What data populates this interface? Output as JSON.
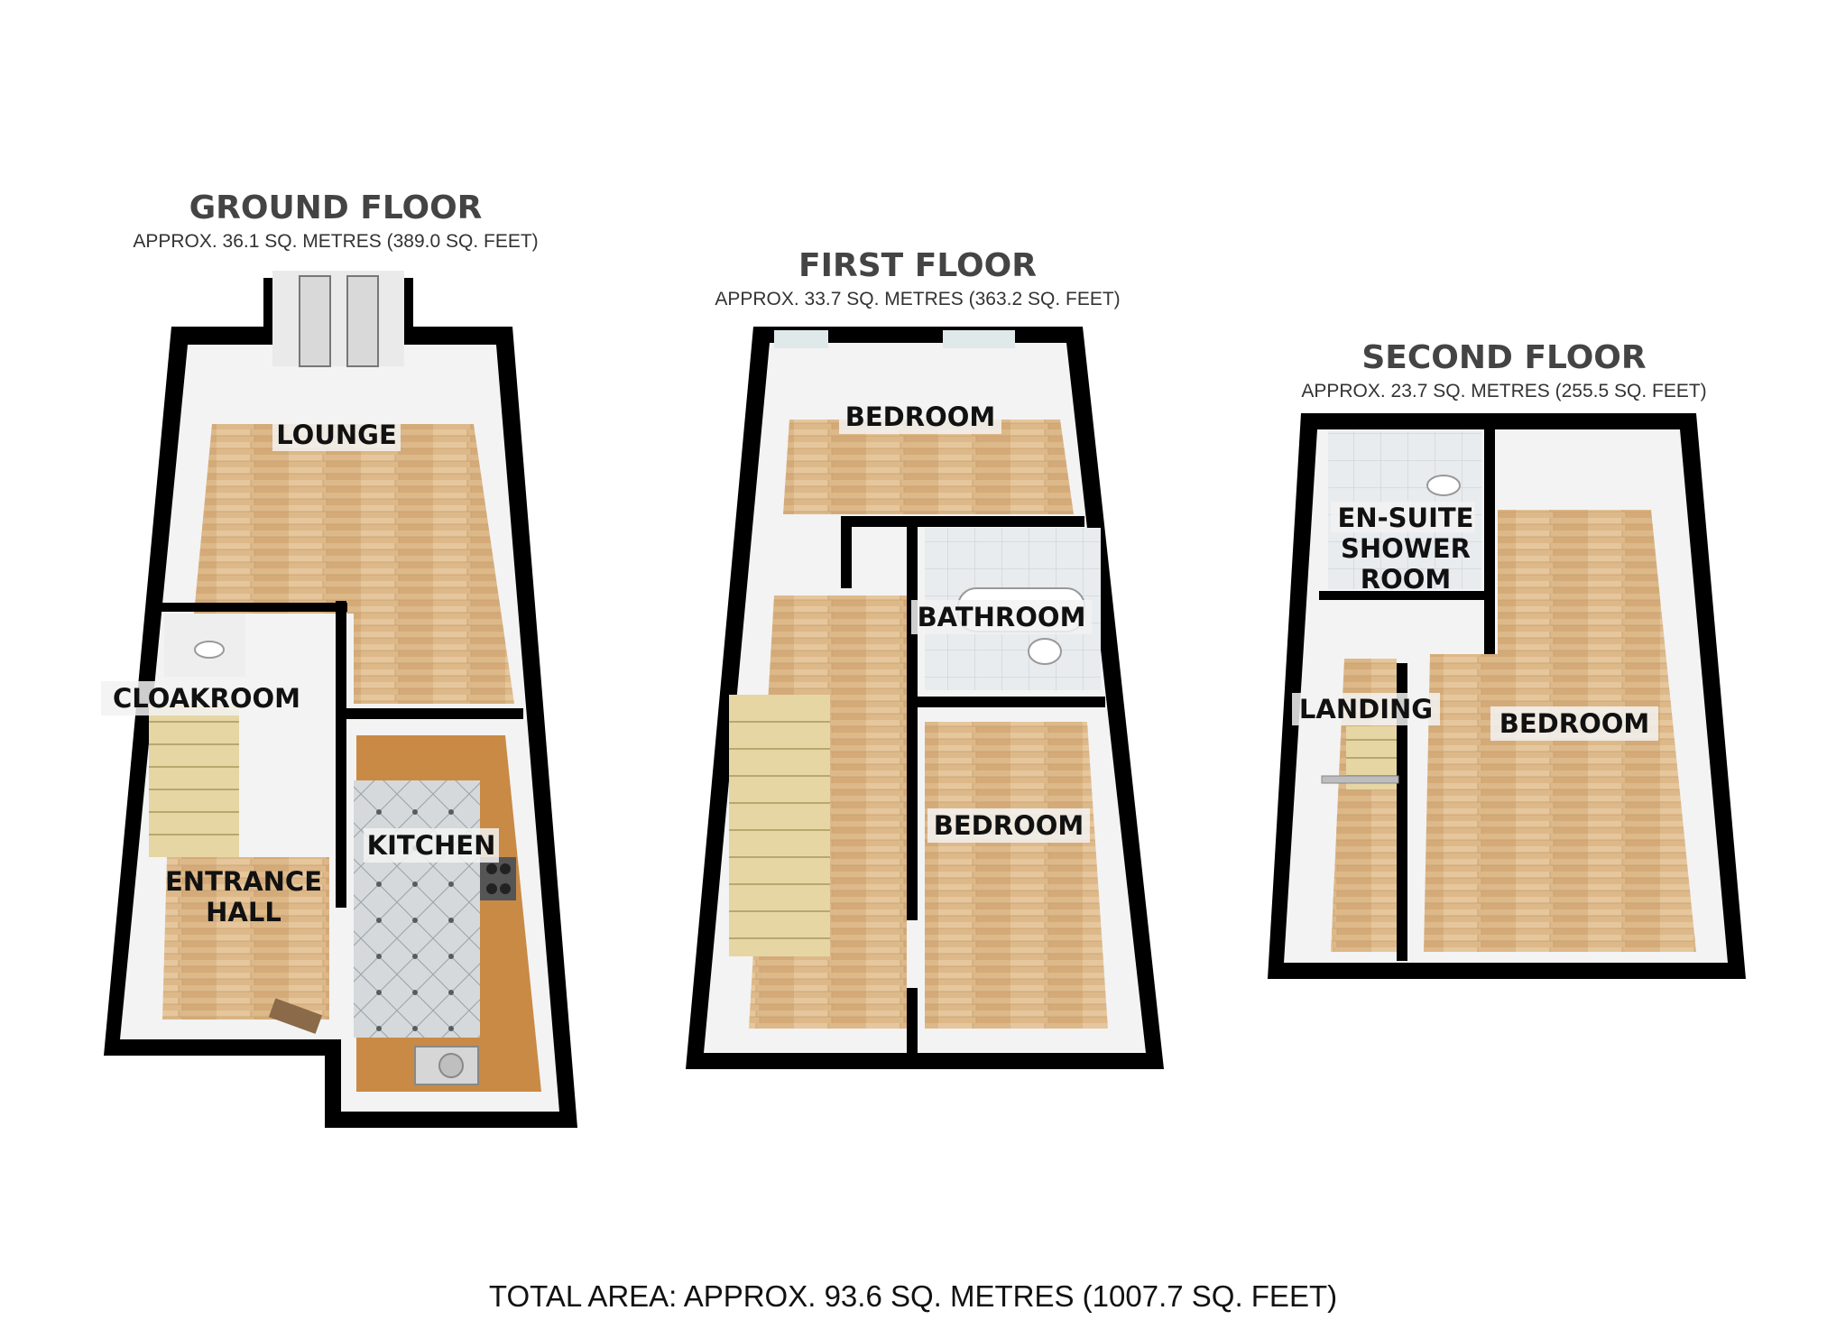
{
  "floors": [
    {
      "title": "GROUND FLOOR",
      "area": "APPROX.  36.1 SQ. METRES (389.0 SQ. FEET)",
      "rooms": [
        "LOUNGE",
        "CLOAKROOM",
        "KITCHEN",
        "ENTRANCE",
        "HALL"
      ]
    },
    {
      "title": "FIRST FLOOR",
      "area": "APPROX.  33.7 SQ. METRES (363.2 SQ. FEET)",
      "rooms": [
        "BEDROOM",
        "BATHROOM",
        "BEDROOM"
      ]
    },
    {
      "title": "SECOND FLOOR",
      "area": "APPROX.  23.7 SQ. METRES (255.5 SQ. FEET)",
      "rooms": [
        "EN-SUITE",
        "SHOWER",
        "ROOM",
        "LANDING",
        "BEDROOM"
      ]
    }
  ],
  "total_area": "TOTAL AREA: APPROX.  93.6 SQ. METRES (1007.7 SQ. FEET)",
  "colors": {
    "wall": "#000000",
    "floor_wood": "#dcb98e",
    "floor_wood_light": "#e8cfa6",
    "wall_inner": "#f4f4f4",
    "kitchen_tile": "#c9cfd3",
    "worktop": "#c98a45",
    "stair": "#e6d6a4"
  }
}
